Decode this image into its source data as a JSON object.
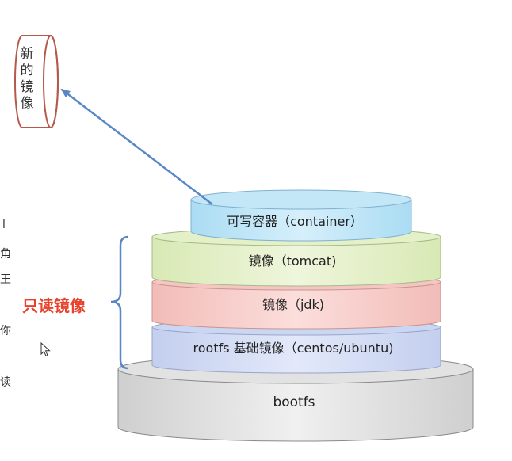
{
  "new_image": {
    "chars": [
      "新",
      "的",
      "镜",
      "像"
    ]
  },
  "readonly_label": "只读镜像",
  "layers": {
    "container": "可写容器（container）",
    "tomcat": "镜像（tomcat)",
    "jdk": "镜像（jdk)",
    "rootfs": "rootfs 基础镜像（centos/ubuntu)",
    "bootfs": "bootfs"
  },
  "edge_chars": [
    "l",
    "角",
    "王",
    "你",
    "读"
  ],
  "colors": {
    "arrow": "#5a86c5",
    "new_image_outline": "#b55a4a",
    "readonly_text": "#e8412c",
    "brace": "#5a86c5",
    "container_fill": "#bfe4f6",
    "tomcat_fill": "#e2efc6",
    "jdk_fill": "#f5cbc8",
    "rootfs_fill": "#d2dbf2",
    "bootfs_fill": "#e4e4e4"
  }
}
